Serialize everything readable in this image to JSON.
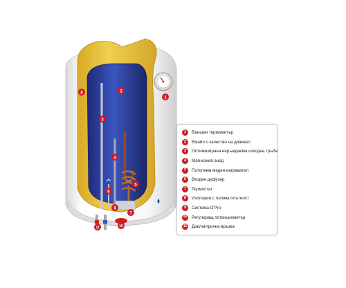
{
  "legend": {
    "items": [
      {
        "num": "1",
        "label": "Външен термометър"
      },
      {
        "num": "2",
        "label": "Емайл с качество на диамант"
      },
      {
        "num": "3",
        "label": "Оптимизирана неръждаема изходна тръба"
      },
      {
        "num": "4",
        "label": "Магнезиев анод"
      },
      {
        "num": "5",
        "label": "Потопяем меден нагревател"
      },
      {
        "num": "6",
        "label": "Входен дифузер"
      },
      {
        "num": "7",
        "label": "Термостат"
      },
      {
        "num": "8",
        "label": "Изолация с голяма плътност"
      },
      {
        "num": "9",
        "label": "Система O'Pro"
      },
      {
        "num": "10",
        "label": "Регулиращ потенциометър"
      },
      {
        "num": "11",
        "label": "Диелектрична връзка"
      }
    ]
  },
  "callouts": [
    "1",
    "2",
    "3",
    "4",
    "5",
    "6",
    "7",
    "8",
    "9",
    "10",
    "11"
  ],
  "colors": {
    "badge": "#d01c23",
    "tank": "#2b3ea0",
    "insulation": "#e8c53a",
    "shell": "#f4f4f4"
  }
}
